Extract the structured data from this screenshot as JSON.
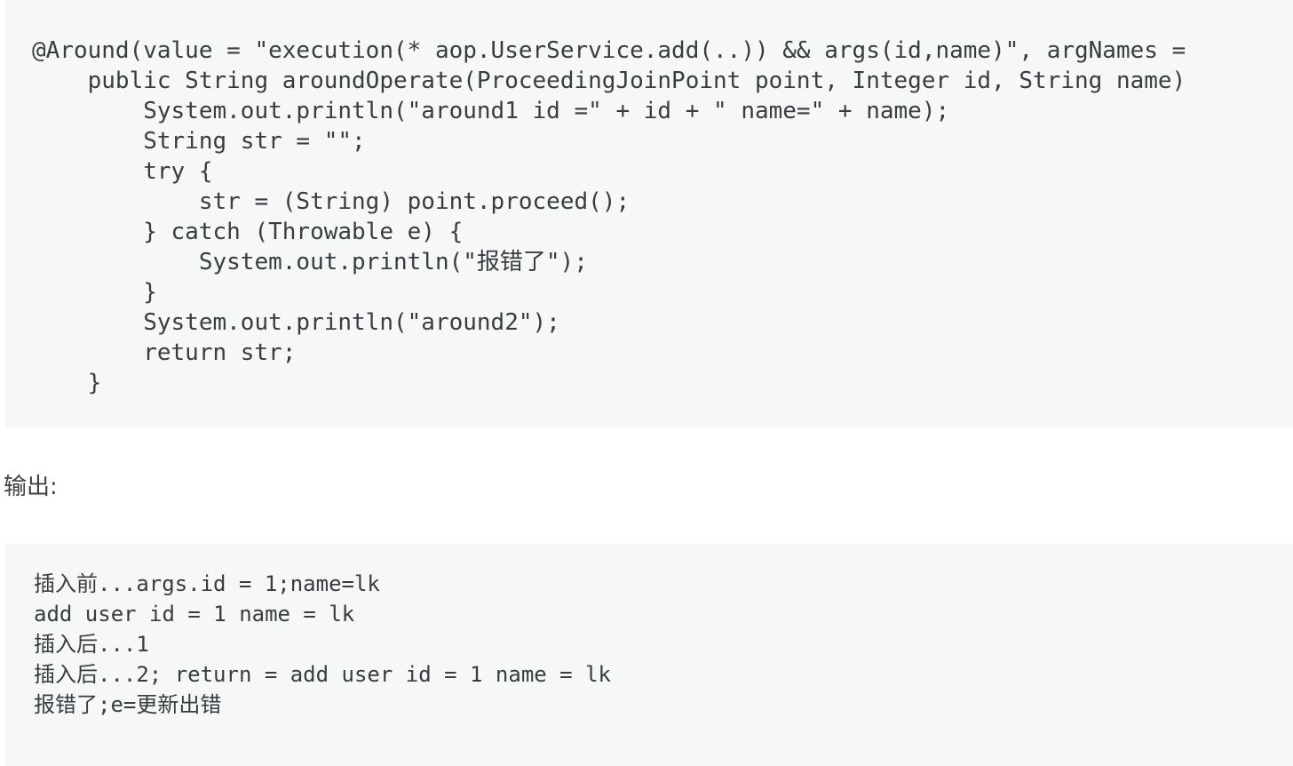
{
  "page": {
    "background_color": "#ffffff",
    "code_block_background": "#f6f7f7",
    "text_color": "#383d41"
  },
  "code_block_main": {
    "language": "java",
    "lines": [
      "@Around(value = \"execution(* aop.UserService.add(..)) && args(id,name)\", argNames =",
      "    public String aroundOperate(ProceedingJoinPoint point, Integer id, String name)",
      "        System.out.println(\"around1 id =\" + id + \" name=\" + name);",
      "        String str = \"\";",
      "        try {",
      "            str = (String) point.proceed();",
      "        } catch (Throwable e) {",
      "            System.out.println(\"报错了\");",
      "        }",
      "        System.out.println(\"around2\");",
      "        return str;",
      "    }"
    ]
  },
  "output_label": {
    "text": "输出:"
  },
  "code_block_output": {
    "lines": [
      "插入前...args.id = 1;name=lk",
      "add user id = 1 name = lk",
      "插入后...1",
      "插入后...2; return = add user id = 1 name = lk",
      "报错了;e=更新出错"
    ]
  }
}
